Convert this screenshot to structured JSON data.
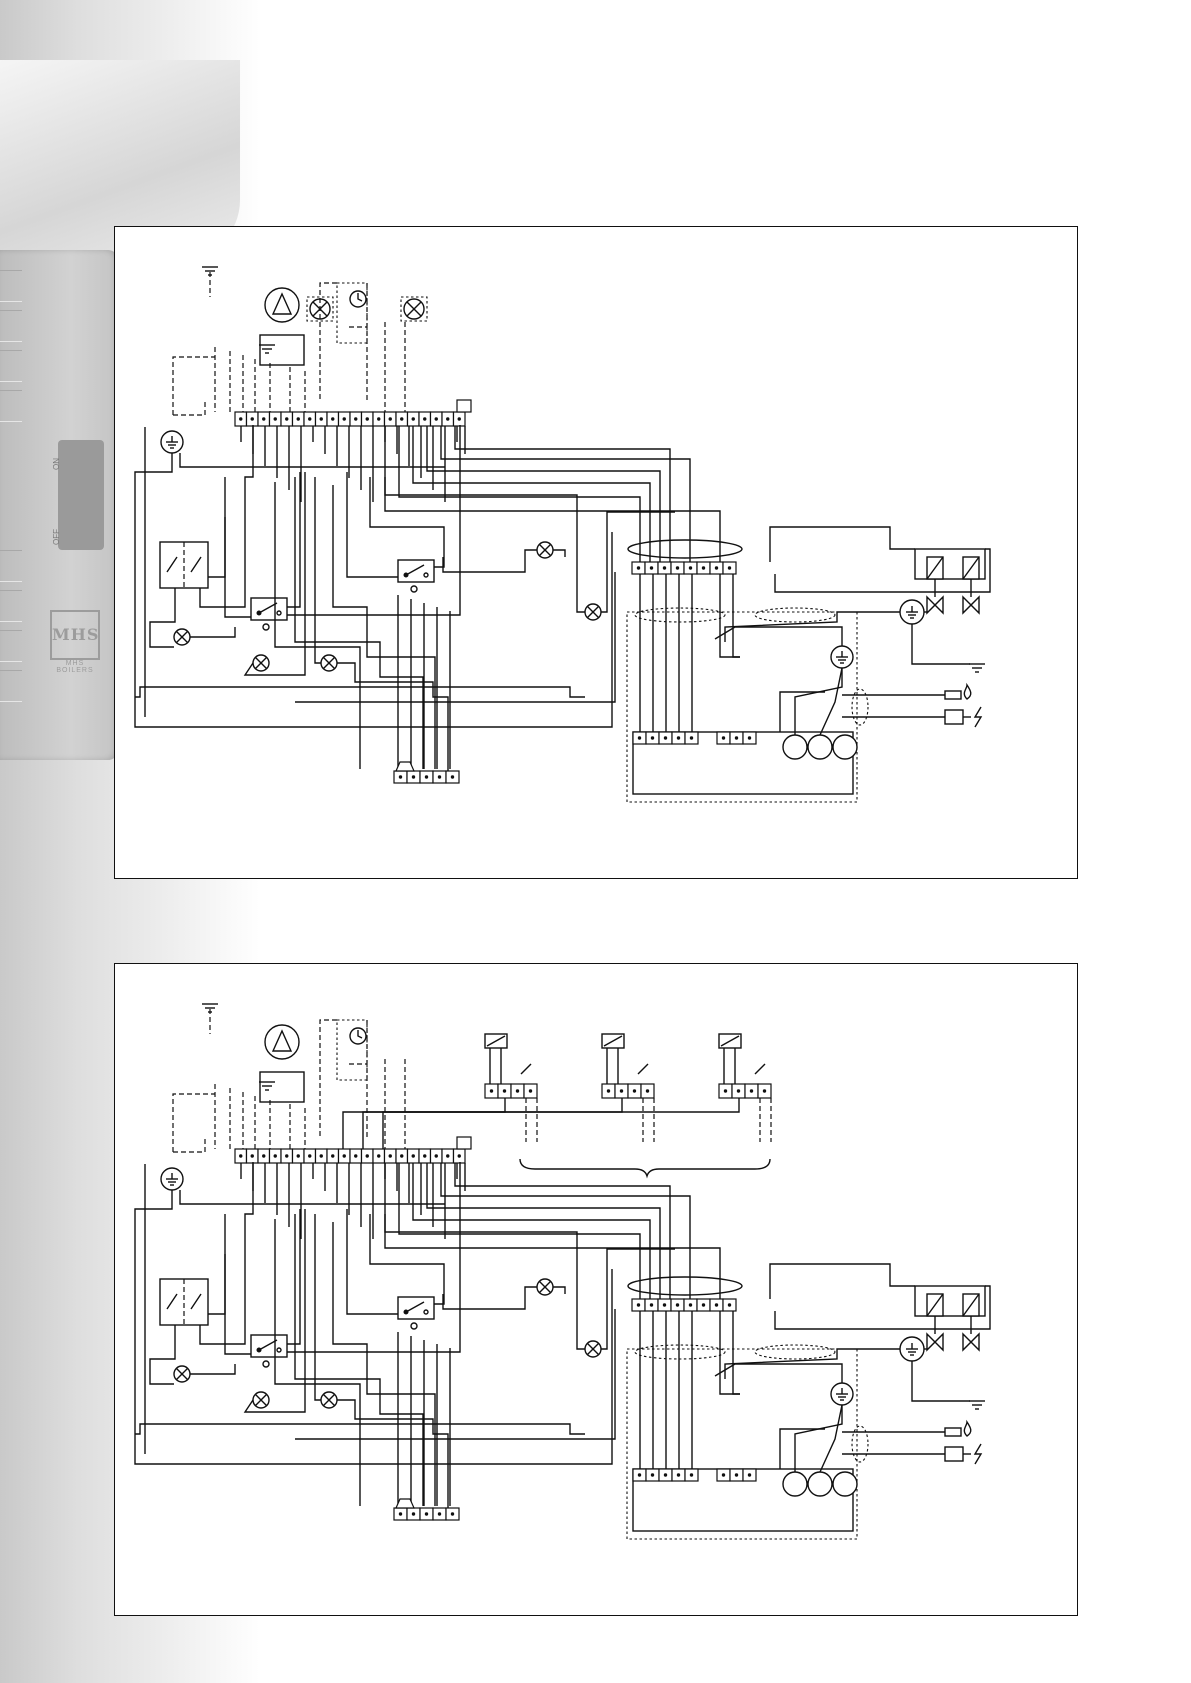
{
  "page": {
    "brand": "MHS BOILERS",
    "switch_on_label": "ON",
    "switch_off_label": "OFF"
  },
  "diagrams": [
    {
      "id": "wiring-diagram-standard",
      "room_stat_relays": 0
    },
    {
      "id": "wiring-diagram-zone-valves",
      "room_stat_relays": 3
    }
  ],
  "icons": [
    "earth-symbol",
    "pump-icon",
    "indicator-lamp-icon",
    "clock-timer-icon",
    "relay-icon",
    "terminal-strip",
    "solenoid-gas-valve-icon",
    "flame-sensor-icon",
    "ignition-electrode-icon",
    "cable-sheath-icon"
  ],
  "colors": {
    "line": "#111111",
    "frame": "#111111",
    "background": "#ffffff"
  }
}
